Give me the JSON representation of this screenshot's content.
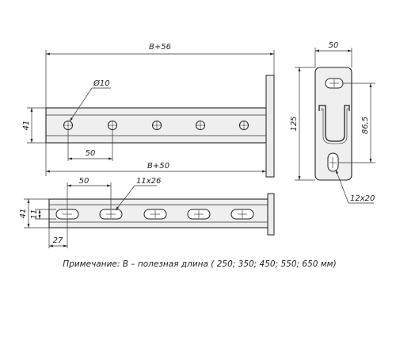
{
  "dimensions": {
    "top_overall_length": "B+56",
    "top_profile_length": "B+50",
    "top_height": "41",
    "hole_pitch": "50",
    "hole_diameter": "Ø10",
    "side_width": "50",
    "side_height": "125",
    "side_slot_pitch": "86,5",
    "side_slot_size": "12x20",
    "bottom_height": "41",
    "bottom_inner_height": "11",
    "bottom_slot_pitch": "50",
    "bottom_slot_size": "11x26",
    "bottom_first_offset": "27"
  },
  "note": "Примечание: B – полезная длина ( 250; 350; 450; 550; 650 мм)"
}
